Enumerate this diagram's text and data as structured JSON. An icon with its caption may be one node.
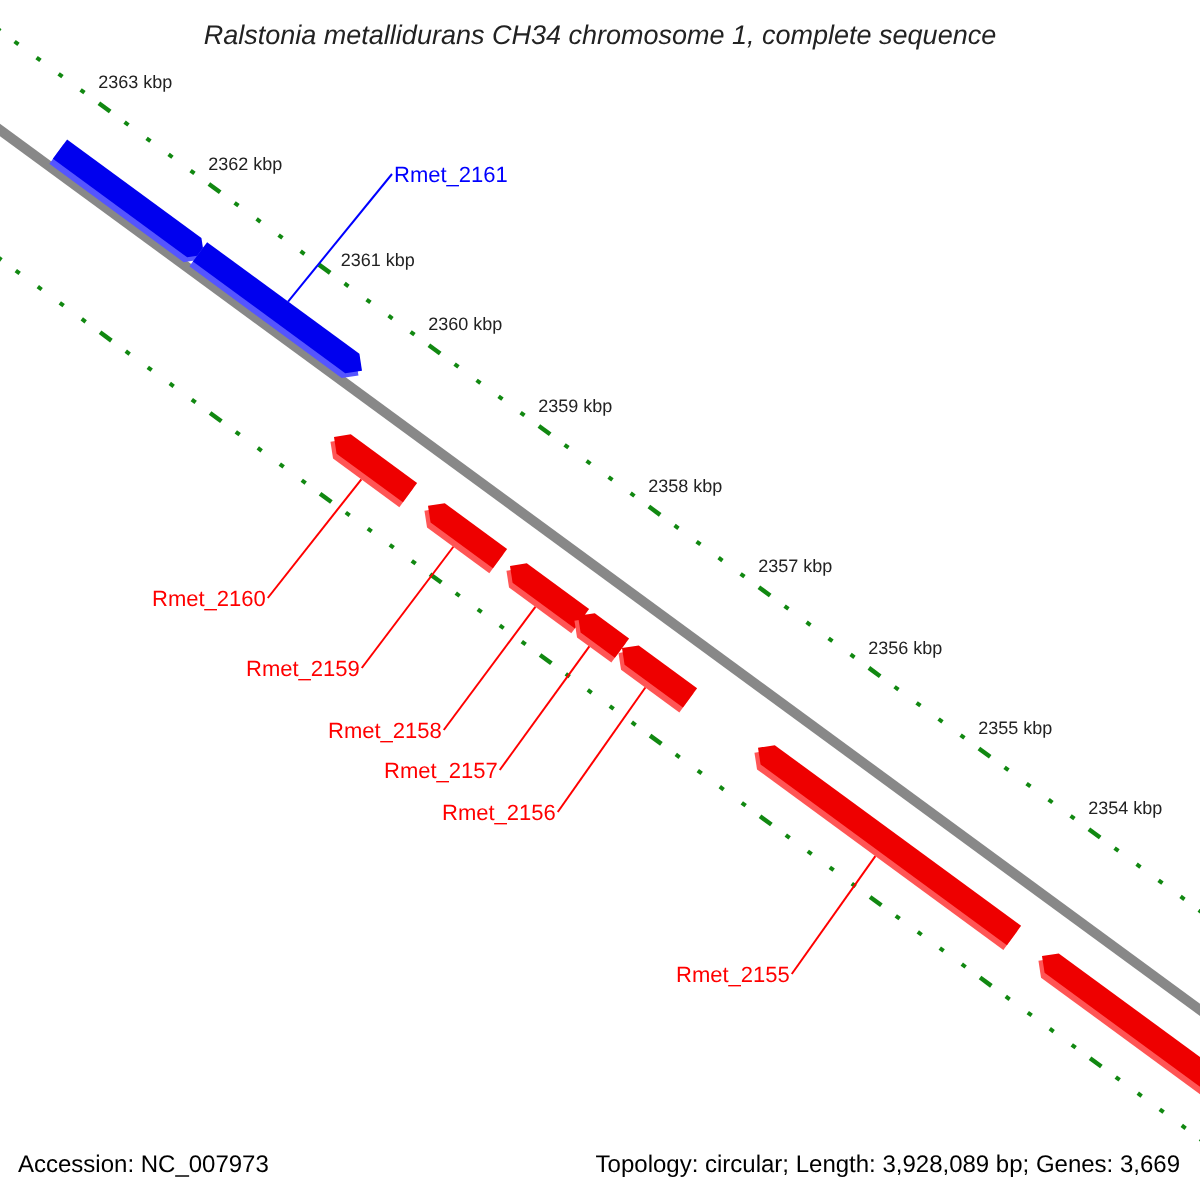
{
  "diagram": {
    "title": "Ralstonia metallidurans CH34 chromosome 1, complete sequence",
    "nodes": [
      {
        "text": [
          "Rmet_2161"
        ]
      },
      {
        "text": [
          "Rmet_2160"
        ]
      },
      {
        "text": [
          "Rmet_2159"
        ]
      },
      {
        "text": [
          "Rmet_2158"
        ]
      },
      {
        "text": [
          "Rmet_2157"
        ]
      },
      {
        "text": [
          "Rmet_2156"
        ]
      },
      {
        "text": [
          "Rmet_2155"
        ]
      },
      {
        "text": [],
        "shape": "bar"
      },
      {
        "text": [],
        "shape": "bar"
      },
      {
        "text": [],
        "shape": "bar"
      },
      {
        "text": [],
        "shape": "bar"
      },
      {
        "text": [],
        "shape": "bar"
      },
      {
        "text": [],
        "shape": "bar"
      },
      {
        "text": [],
        "shape": "bar"
      },
      {
        "text": [],
        "shape": "bar"
      },
      {
        "text": [],
        "shape": "bar"
      }
    ],
    "edges": [
      {
        "from": 0,
        "to": 8,
        "arrow": "none",
        "color": "#0000ff"
      },
      {
        "from": 1,
        "to": 9,
        "arrow": "none"
      },
      {
        "from": 2,
        "to": 10,
        "arrow": "none"
      },
      {
        "from": 3,
        "to": 11,
        "arrow": "none"
      },
      {
        "from": 4,
        "to": 12,
        "arrow": "none"
      },
      {
        "from": 5,
        "to": 13,
        "arrow": "none"
      },
      {
        "from": 6,
        "to": 14,
        "arrow": "none"
      }
    ],
    "labels": [
      "2363 kbp",
      "2362 kbp",
      "2361 kbp",
      "2360 kbp",
      "2359 kbp",
      "2358 kbp",
      "2357 kbp",
      "2356 kbp",
      "2355 kbp",
      "2354 kbp",
      "Accession: NC_007973",
      "Topology: circular; Length: 3,928,089 bp; Genes: 3,669"
    ]
  }
}
